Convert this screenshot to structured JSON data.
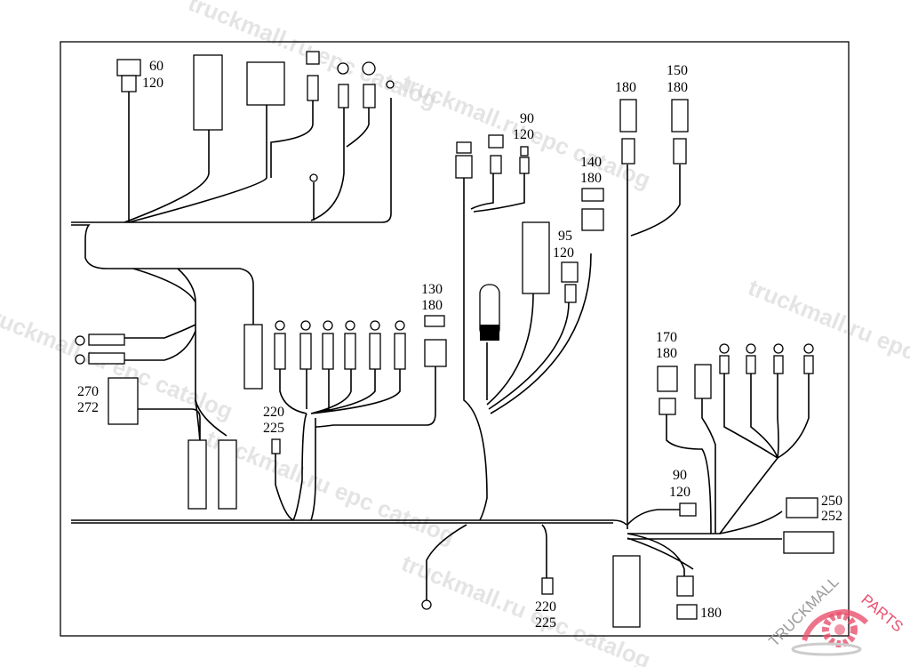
{
  "watermark": "truckmall.ru epc catalog",
  "logo": {
    "text_left": "TRUCKMALL",
    "text_right": "PARTS",
    "accent": "#e8506e",
    "gray": "#9a9a9a"
  },
  "labels": {
    "c60": [
      "60",
      "120"
    ],
    "c90a": [
      "90",
      "120"
    ],
    "c180a": [
      "180"
    ],
    "c150": [
      "150",
      "180"
    ],
    "c140": [
      "140",
      "180"
    ],
    "c95": [
      "95",
      "120"
    ],
    "c130": [
      "130",
      "180"
    ],
    "c170": [
      "170",
      "180"
    ],
    "c270": [
      "270",
      "272"
    ],
    "c220a": [
      "220",
      "225"
    ],
    "c90b": [
      "90",
      "120"
    ],
    "c250": [
      "250",
      "252"
    ],
    "c220b": [
      "220",
      "225"
    ],
    "c180b": [
      "180"
    ]
  }
}
